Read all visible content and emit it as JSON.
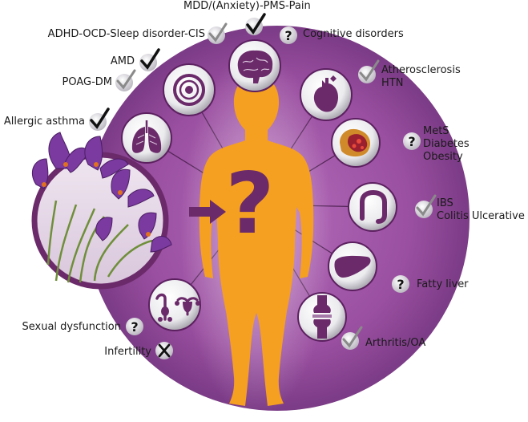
{
  "colors": {
    "ring": "#9a4fa0",
    "ring_dark": "#7b3b86",
    "body": "#f5a020",
    "organ": "#6b2a6a",
    "mark_badge": "#c7c3cc",
    "check_gray": "#8a8a8a",
    "check_black": "#111111"
  },
  "center_icon": "question-mark",
  "organs": [
    {
      "id": "eye",
      "icon": "eye-icon"
    },
    {
      "id": "brain",
      "icon": "brain-icon"
    },
    {
      "id": "heart",
      "icon": "heart-icon"
    },
    {
      "id": "adipose",
      "icon": "fat-cell-icon"
    },
    {
      "id": "colon",
      "icon": "colon-icon"
    },
    {
      "id": "liver",
      "icon": "liver-icon"
    },
    {
      "id": "joint",
      "icon": "knee-joint-icon"
    },
    {
      "id": "reproductive",
      "icon": "reproductive-organs-icon"
    },
    {
      "id": "lungs",
      "icon": "lungs-icon"
    }
  ],
  "labels": {
    "mdd": "MDD/(Anxiety)-PMS-Pain",
    "adhd": "ADHD-OCD-Sleep disorder-CIS",
    "cognitive": "Cognitive disorders",
    "amd": "AMD",
    "poag": "POAG-DM",
    "athero": "Atherosclerosis\nHTN",
    "allergic": "Allergic asthma",
    "mets": "MetS\n Diabetes\nObesity",
    "ibs": "IBS\nColitis Ulcerative",
    "fatty": "Fatty liver",
    "sexual": "Sexual dysfunction",
    "arthritis": "Arthritis/OA",
    "infertility": "Infertility"
  },
  "marks": [
    {
      "id": "mdd",
      "type": "check-double"
    },
    {
      "id": "adhd",
      "type": "check"
    },
    {
      "id": "cognitive",
      "type": "question"
    },
    {
      "id": "amd",
      "type": "check-double"
    },
    {
      "id": "poag",
      "type": "check"
    },
    {
      "id": "athero",
      "type": "check"
    },
    {
      "id": "allergic",
      "type": "check-double"
    },
    {
      "id": "mets",
      "type": "question"
    },
    {
      "id": "ibs",
      "type": "check"
    },
    {
      "id": "fatty",
      "type": "question"
    },
    {
      "id": "sexual",
      "type": "question"
    },
    {
      "id": "arthritis",
      "type": "check"
    },
    {
      "id": "infertility",
      "type": "cross"
    }
  ]
}
